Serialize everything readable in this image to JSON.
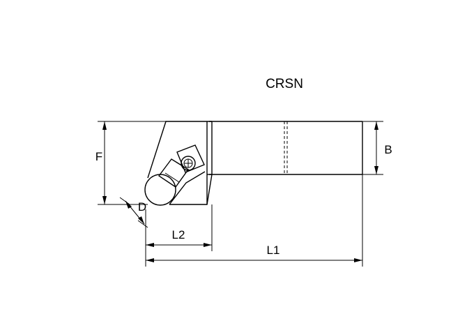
{
  "diagram": {
    "title": "CRSN",
    "dimensions": {
      "F": "F",
      "B": "B",
      "D": "D",
      "L1": "L1",
      "L2": "L2"
    }
  }
}
